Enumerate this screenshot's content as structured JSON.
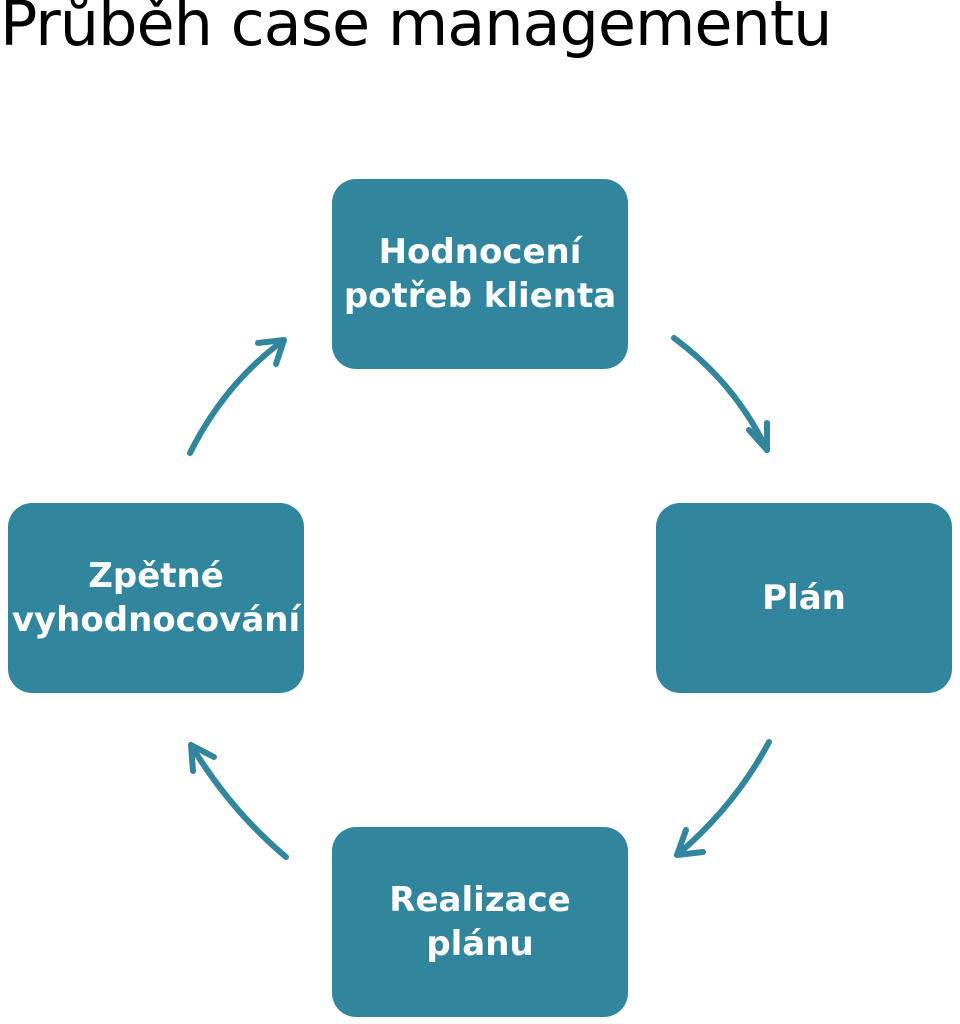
{
  "title": "Průběh case managementu",
  "colors": {
    "box_fill": "#31859C",
    "arrow": "#31859C",
    "box_text": "#FFFFFF",
    "title_text": "#000000"
  },
  "cycle": {
    "steps": [
      {
        "label": "Hodnocení potřeb klienta"
      },
      {
        "label": "Plán"
      },
      {
        "label": "Realizace plánu"
      },
      {
        "label": "Zpětné vyhodnocování"
      }
    ]
  }
}
